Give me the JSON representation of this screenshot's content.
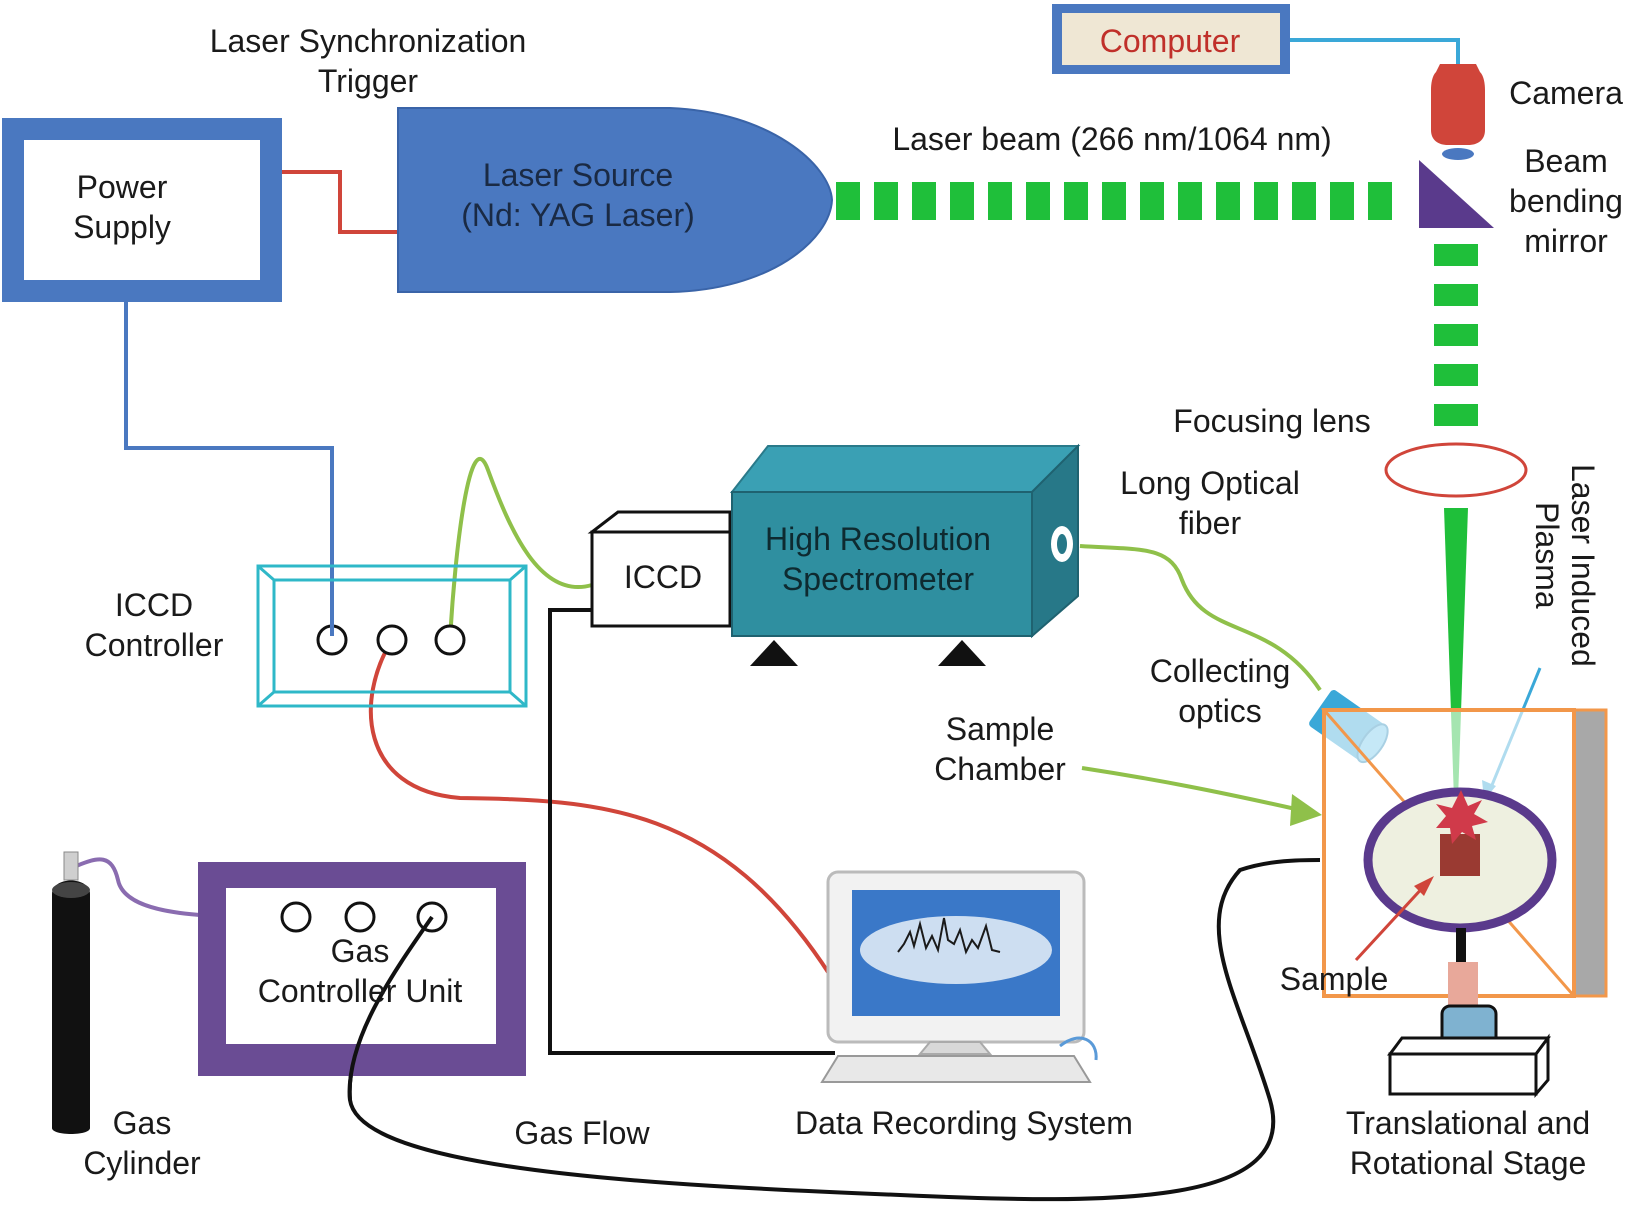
{
  "labels": {
    "trigger": [
      "Laser Synchronization",
      "Trigger"
    ],
    "power_supply": [
      "Power",
      "Supply"
    ],
    "laser_source": [
      "Laser Source",
      "(Nd: YAG Laser)"
    ],
    "laser_beam": "Laser beam (266 nm/1064 nm)",
    "computer": "Computer",
    "camera": "Camera",
    "mirror": [
      "Beam",
      "bending",
      "mirror"
    ],
    "focusing_lens": "Focusing lens",
    "plasma": [
      "Laser Induced",
      "Plasma"
    ],
    "long_fiber": [
      "Long Optical",
      "fiber"
    ],
    "spectrometer": [
      "High Resolution",
      "Spectrometer"
    ],
    "iccd": "ICCD",
    "iccd_controller": [
      "ICCD",
      "Controller"
    ],
    "collecting_optics": [
      "Collecting",
      "optics"
    ],
    "sample_chamber": [
      "Sample",
      "Chamber"
    ],
    "sample": "Sample",
    "gas_controller": [
      "Gas",
      "Controller Unit"
    ],
    "gas_cylinder": [
      "Gas",
      "Cylinder"
    ],
    "gas_flow": "Gas Flow",
    "data_recording": "Data Recording System",
    "stage": [
      "Translational and",
      "Rotational Stage"
    ]
  },
  "colors": {
    "laser_blue": "#4a78c0",
    "beam_green": "#1fbf3a",
    "spectrometer_teal": "#2f8fa0",
    "fiber_green": "#8fc04a",
    "signal_red": "#d0453a",
    "gas_purple": "#6a4c94",
    "chamber_orange": "#f2974a",
    "computer_red": "#c0302a"
  }
}
